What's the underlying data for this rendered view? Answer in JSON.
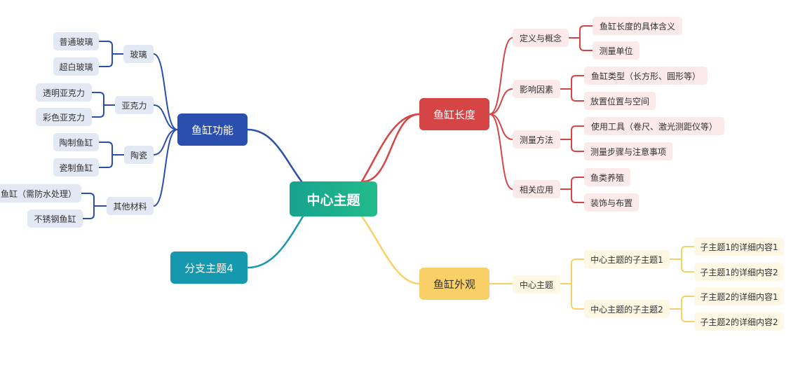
{
  "root": {
    "label": "中心主题"
  },
  "branches": {
    "length": {
      "label": "鱼缸长度",
      "color": "#d64545",
      "children": [
        {
          "label": "定义与概念",
          "children": [
            "鱼缸长度的具体含义",
            "测量单位"
          ]
        },
        {
          "label": "影响因素",
          "children": [
            "鱼缸类型（长方形、圆形等）",
            "放置位置与空间"
          ]
        },
        {
          "label": "测量方法",
          "children": [
            "使用工具（卷尺、激光测距仪等）",
            "测量步骤与注意事项"
          ]
        },
        {
          "label": "相关应用",
          "children": [
            "鱼类养殖",
            "装饰与布置"
          ]
        }
      ]
    },
    "function": {
      "label": "鱼缸功能",
      "color": "#2a4faf",
      "children": [
        {
          "label": "玻璃",
          "children": [
            "普通玻璃",
            "超白玻璃"
          ]
        },
        {
          "label": "亚克力",
          "children": [
            "透明亚克力",
            "彩色亚克力"
          ]
        },
        {
          "label": "陶瓷",
          "children": [
            "陶制鱼缸",
            "瓷制鱼缸"
          ]
        },
        {
          "label": "其他材料",
          "children": [
            "鱼缸（需防水处理）",
            "不锈钢鱼缸"
          ]
        }
      ]
    },
    "appearance": {
      "label": "鱼缸外观",
      "color": "#f9d068",
      "children": [
        {
          "label": "中心主题",
          "children": [
            {
              "label": "中心主题的子主题1",
              "children": [
                "子主题1的详细内容1",
                "子主题1的详细内容2"
              ]
            },
            {
              "label": "中心主题的子主题2",
              "children": [
                "子主题2的详细内容1",
                "子主题2的详细内容2"
              ]
            }
          ]
        }
      ]
    },
    "branch4": {
      "label": "分支主题4",
      "color": "#1699ae"
    }
  }
}
